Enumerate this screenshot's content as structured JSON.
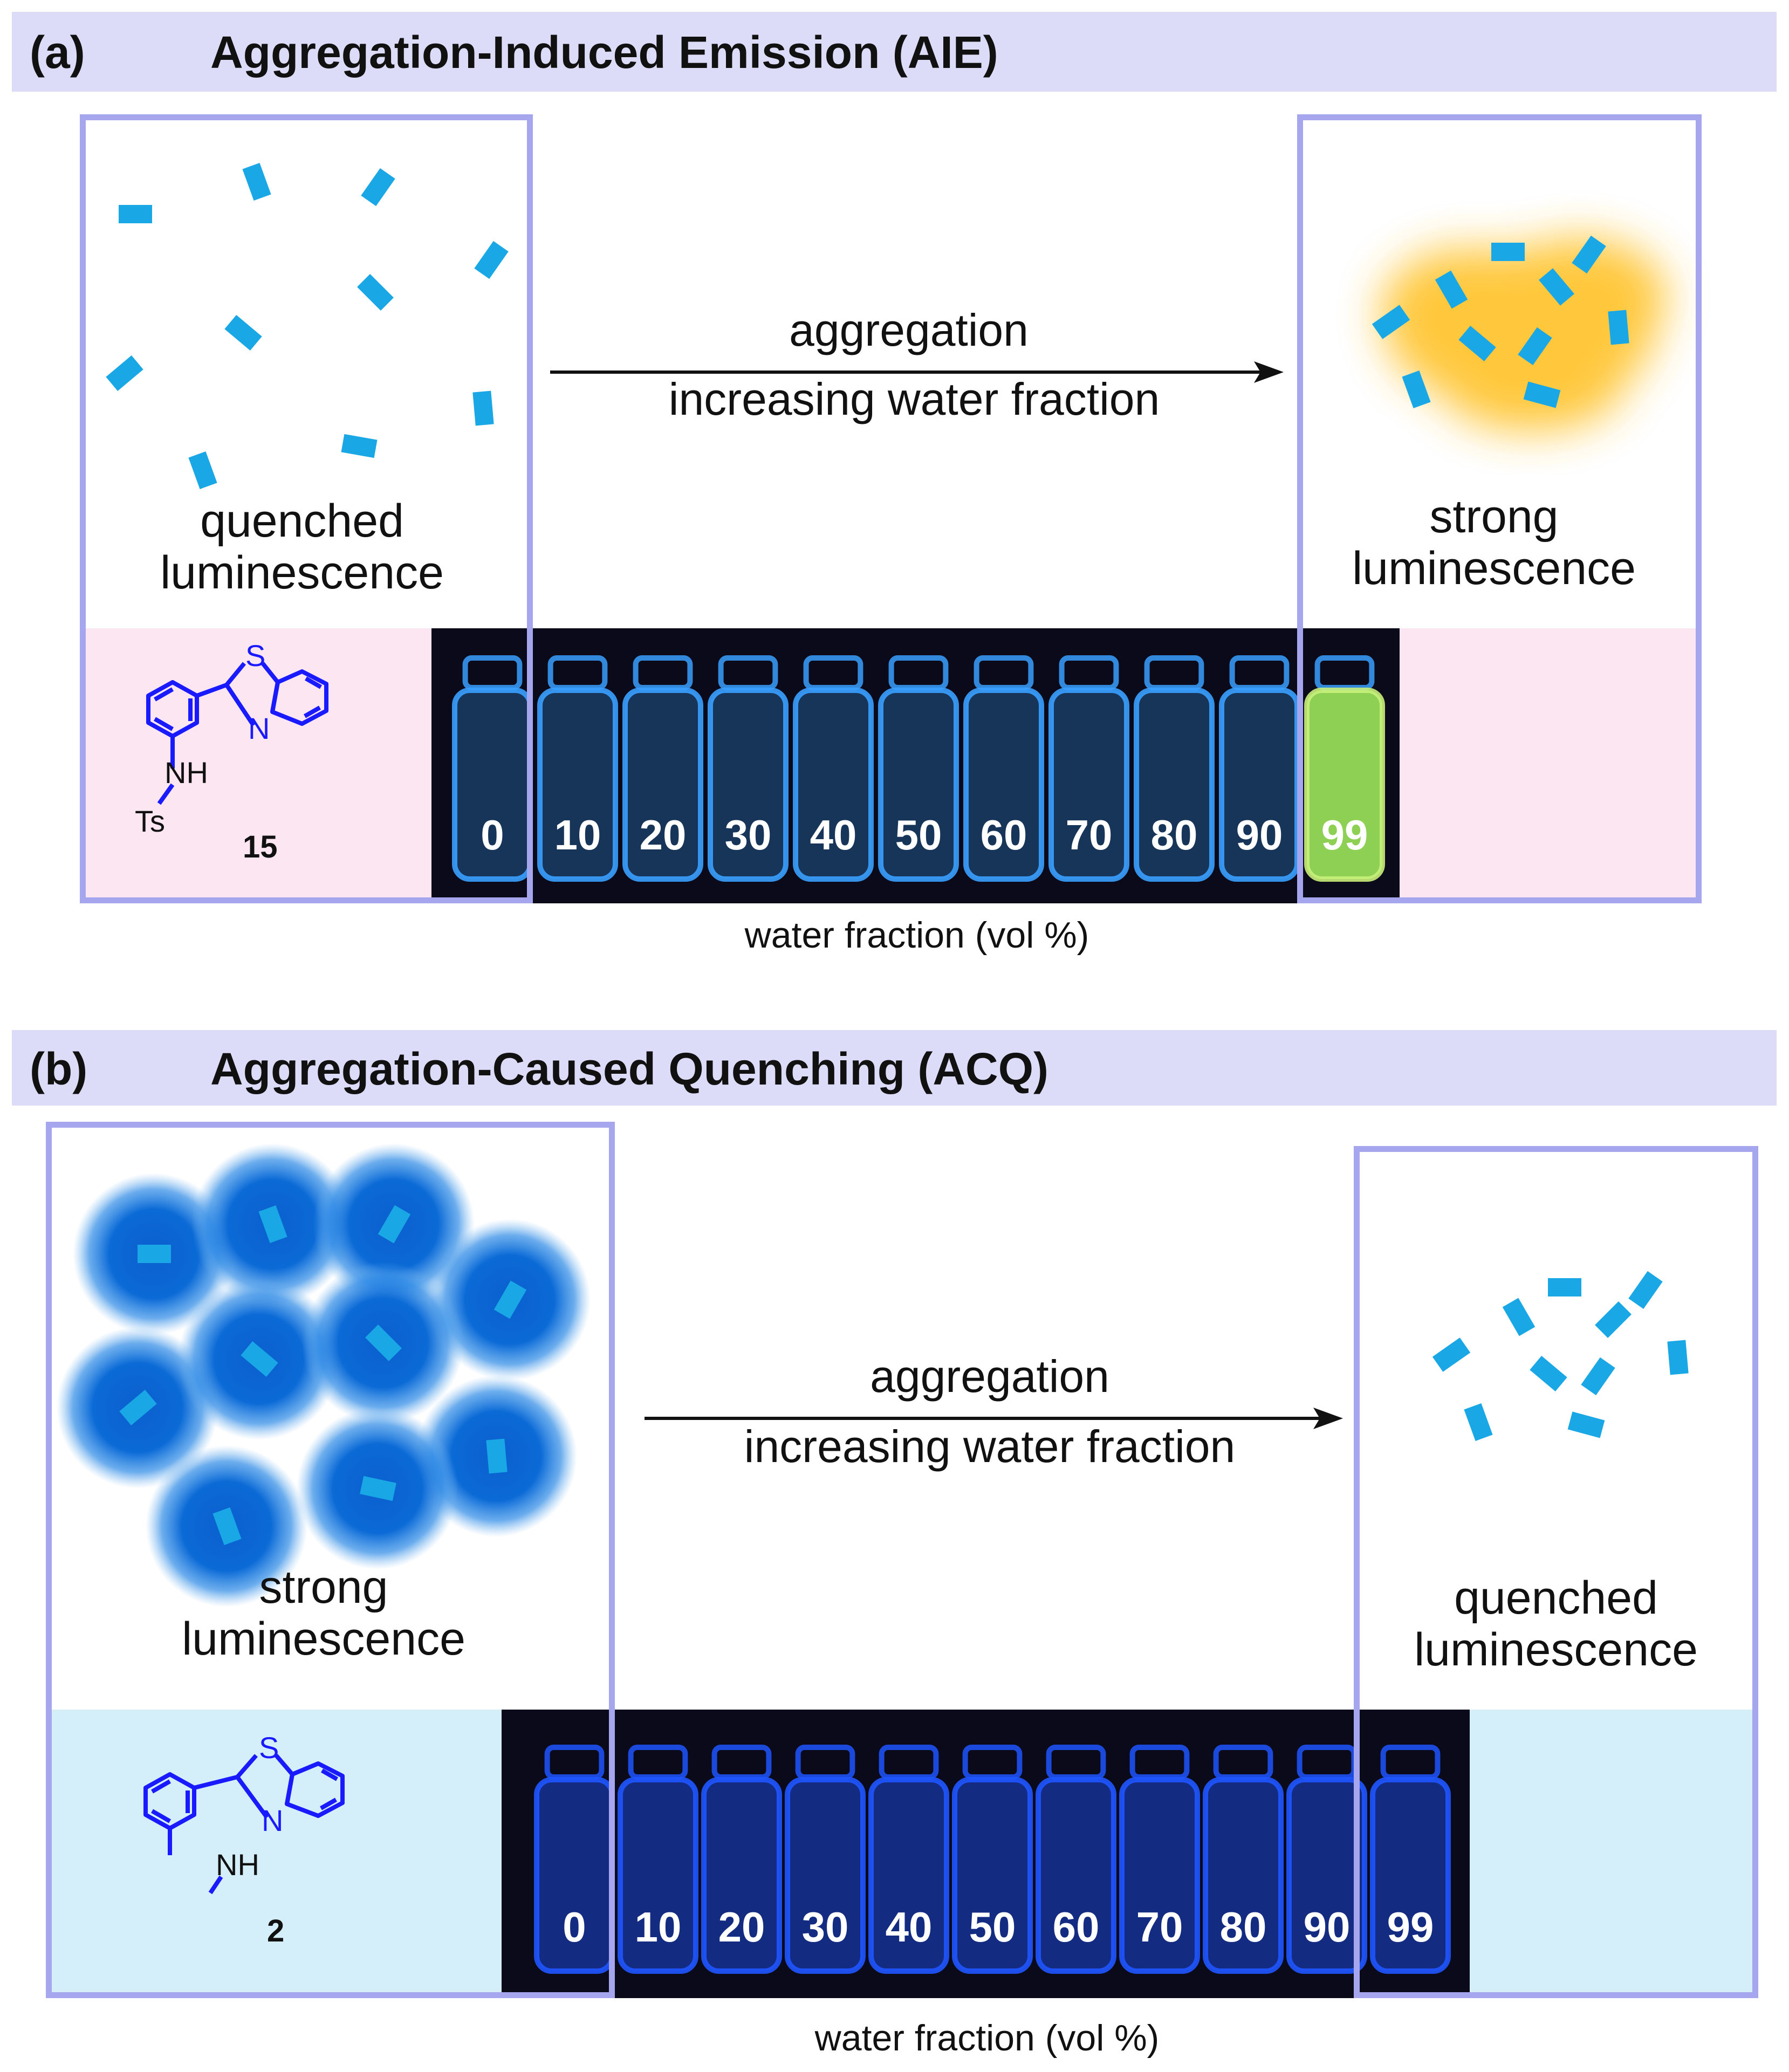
{
  "panels": [
    {
      "letter": "(a)",
      "title": "Aggregation-Induced Emission (AIE)",
      "left_state": "quenched\nluminescence",
      "arrow_top": "aggregation",
      "arrow_bottom": "increasing water fraction",
      "right_state": "strong\nluminescence",
      "compound": {
        "id": "15",
        "nh_label": "NH",
        "substituent_label": "Ts",
        "ring_s": "S",
        "ring_n": "N"
      },
      "vial_labels": [
        "0",
        "10",
        "20",
        "30",
        "40",
        "50",
        "60",
        "70",
        "80",
        "90",
        "99"
      ],
      "axis_caption": "water fraction (vol %)",
      "background_color": "#fbe6f2",
      "photo_bg": "#0a0a1a",
      "vial_glow": "#3aa0ff",
      "emission_color": "#9be65a",
      "particle_color": "#1aa7e6",
      "halo_color": "#ffc533"
    },
    {
      "letter": "(b)",
      "title": "Aggregation-Caused Quenching (ACQ)",
      "left_state": "strong\nluminescence",
      "arrow_top": "aggregation",
      "arrow_bottom": "increasing water fraction",
      "right_state": "quenched\nluminescence",
      "compound": {
        "id": "2",
        "nh_label": "NH",
        "substituent_label": "",
        "ring_s": "S",
        "ring_n": "N"
      },
      "vial_labels": [
        "0",
        "10",
        "20",
        "30",
        "40",
        "50",
        "60",
        "70",
        "80",
        "90",
        "99"
      ],
      "axis_caption": "water fraction (vol %)",
      "background_color": "#d4eefa",
      "photo_bg": "#0a0a1a",
      "vial_glow": "#1f55ff",
      "particle_color": "#1aa7e6",
      "halo_color": "#0b6ad6"
    }
  ],
  "colors": {
    "header_bg": "#dcdcf8",
    "frame_border": "#a6a6ee",
    "molecule": "#1a1aff"
  }
}
